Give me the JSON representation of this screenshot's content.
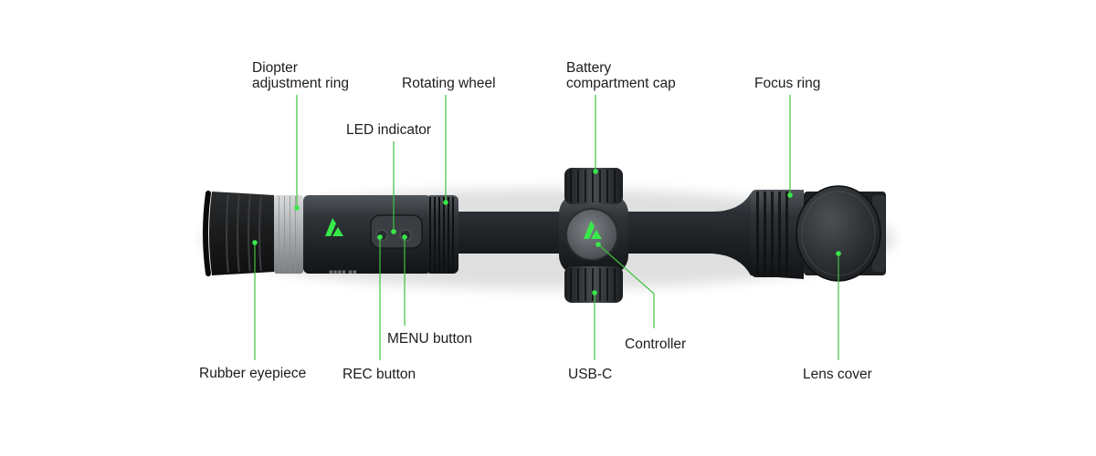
{
  "colors": {
    "leader": "#3fc23f",
    "accent_green": "#39e84a",
    "body_dark": "#24272a",
    "text": "#1c1c1c"
  },
  "labels": {
    "diopter": [
      "Diopter",
      "adjustment ring"
    ],
    "rotating_wheel": "Rotating wheel",
    "led_indicator": "LED indicator",
    "battery_cap": [
      "Battery",
      "compartment cap"
    ],
    "focus_ring": "Focus ring",
    "rubber_eyepiece": "Rubber eyepiece",
    "rec_button": "REC button",
    "menu_button": "MENU button",
    "usb_c": "USB-C",
    "controller": "Controller",
    "lens_cover": "Lens cover"
  }
}
